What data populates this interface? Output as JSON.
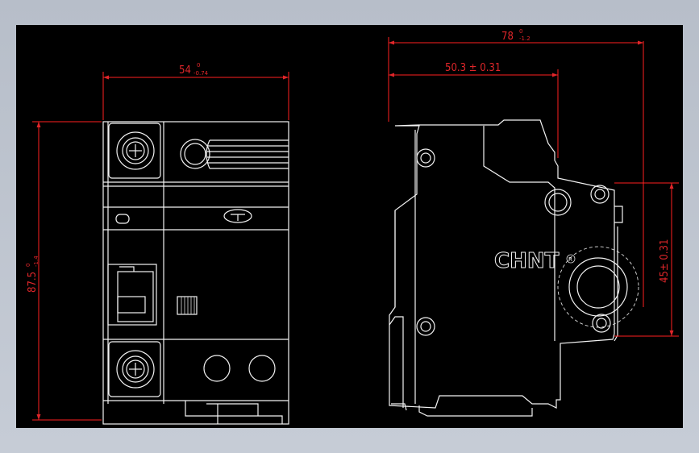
{
  "drawing": {
    "brand_logo": "CHNT",
    "registered_mark": "R",
    "dimensions": {
      "width_front": {
        "main": "54",
        "tol_upper": "0",
        "tol_lower": "-0.74"
      },
      "height_front": {
        "main": "87.5",
        "tol_upper": "0",
        "tol_lower": "-1.4"
      },
      "depth_total": {
        "main": "78",
        "tol_upper": "0",
        "tol_lower": "-1.2"
      },
      "depth_partial": {
        "main": "50.3 ± 0.31"
      },
      "rail_height": {
        "main": "45± 0.31"
      }
    }
  },
  "colors": {
    "background": "#000000",
    "dimension": "#e0262a",
    "outline": "#f2f2f2",
    "frame": "#c0c6d0"
  }
}
